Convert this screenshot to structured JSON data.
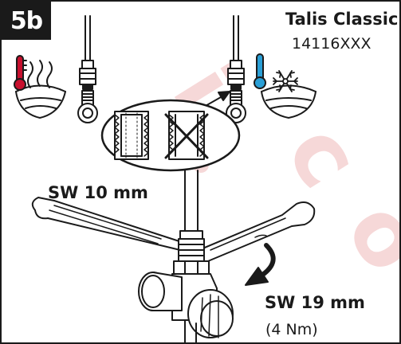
{
  "step": "5b",
  "product": {
    "name": "Talis Classic",
    "code": "14116XXX"
  },
  "wrench_sizes": {
    "small": "SW 10 mm",
    "large": "SW 19 mm",
    "torque": "(4 Nm)"
  },
  "colors": {
    "hot": "#c8102e",
    "cold": "#2a9fd6",
    "ink": "#1a1a1a",
    "watermark": "#f6d8d8"
  },
  "icons": {
    "hot_water": "thermometer-hot-icon",
    "cold_water": "thermometer-snowflake-icon",
    "thread_ok": "thread-ok-icon",
    "thread_bad": "thread-crossed-icon",
    "rotation": "curved-arrow-icon"
  }
}
